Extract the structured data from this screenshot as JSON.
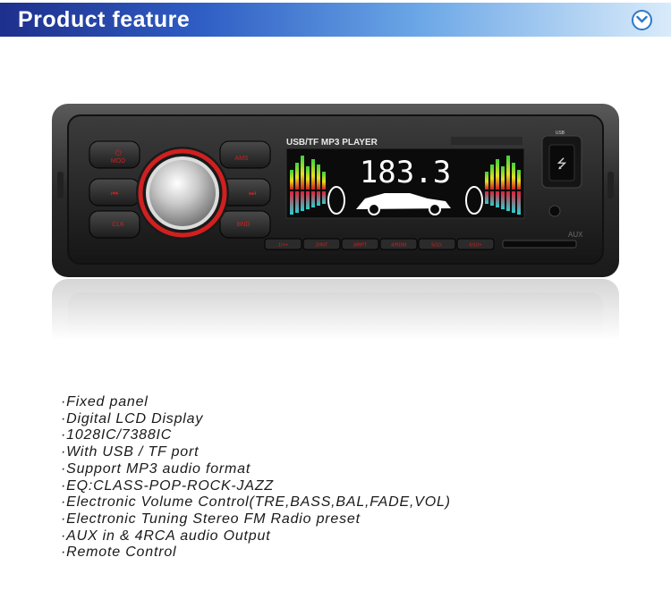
{
  "header": {
    "title": "Product feature",
    "menu_icon": "chevron-down-icon",
    "colors": {
      "banner_start": "#1e2f8c",
      "banner_end": "#d9ebfa"
    }
  },
  "stereo": {
    "model_label": "USB/TF MP3 PLAYER",
    "display_digits": "183.3",
    "usb_label": "USB",
    "aux_label": "AUX",
    "buttons": {
      "mod": "MOD",
      "ams": "AMS",
      "prev": "⏮",
      "next": "⏭",
      "clk": "CLK",
      "bnd": "BND"
    },
    "presets": [
      "1/>+",
      "2/INT",
      "3/RPT",
      "4/RDM",
      "5/10-",
      "6/10+"
    ],
    "accent_color": "#d0201f"
  },
  "features": [
    "·Fixed panel",
    "·Digital LCD Display",
    "·1028IC/7388IC",
    "·With USB / TF port",
    "·Support MP3 audio format",
    "·EQ:CLASS-POP-ROCK-JAZZ",
    "·Electronic Volume Control(TRE,BASS,BAL,FADE,VOL)",
    "·Electronic Tuning Stereo FM Radio preset",
    "·AUX in & 4RCA audio Output",
    "·Remote Control"
  ]
}
